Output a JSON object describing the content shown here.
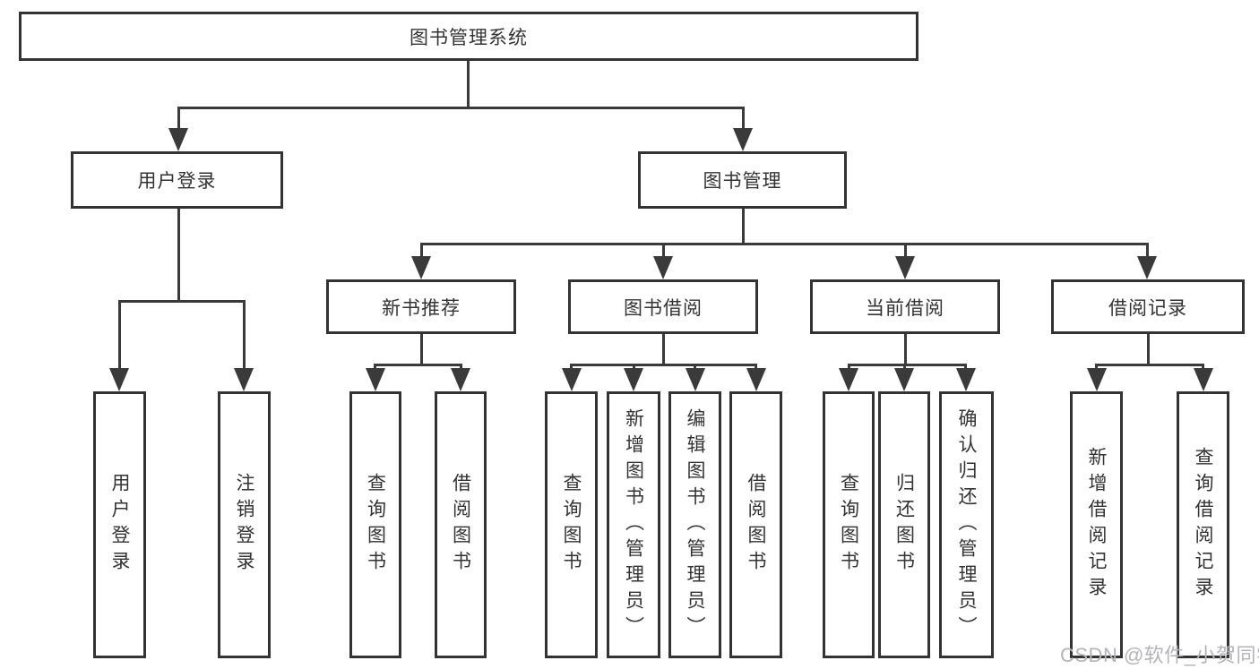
{
  "root": {
    "label": "图书管理系统"
  },
  "user": {
    "label": "用户登录",
    "children": [
      {
        "label": "用户登录"
      },
      {
        "label": "注销登录"
      }
    ]
  },
  "book": {
    "label": "图书管理",
    "groups": [
      {
        "label": "新书推荐",
        "children": [
          {
            "label": "查询图书"
          },
          {
            "label": "借阅图书"
          }
        ]
      },
      {
        "label": "图书借阅",
        "children": [
          {
            "label": "查询图书"
          },
          {
            "label": "新增图书（管理员）"
          },
          {
            "label": "编辑图书（管理员）"
          },
          {
            "label": "借阅图书"
          }
        ]
      },
      {
        "label": "当前借阅",
        "children": [
          {
            "label": "查询图书"
          },
          {
            "label": "归还图书"
          },
          {
            "label": "确认归还（管理员）"
          }
        ]
      },
      {
        "label": "借阅记录",
        "children": [
          {
            "label": "新增借阅记录"
          },
          {
            "label": "查询借阅记录"
          }
        ]
      }
    ]
  },
  "watermark": {
    "text": "CSDN @软件_小贺同学"
  },
  "colors": {
    "line": "#3a3a3a",
    "border": "#333333",
    "text": "#333333",
    "watermark": "#b5b5b9",
    "background": "#ffffff"
  }
}
